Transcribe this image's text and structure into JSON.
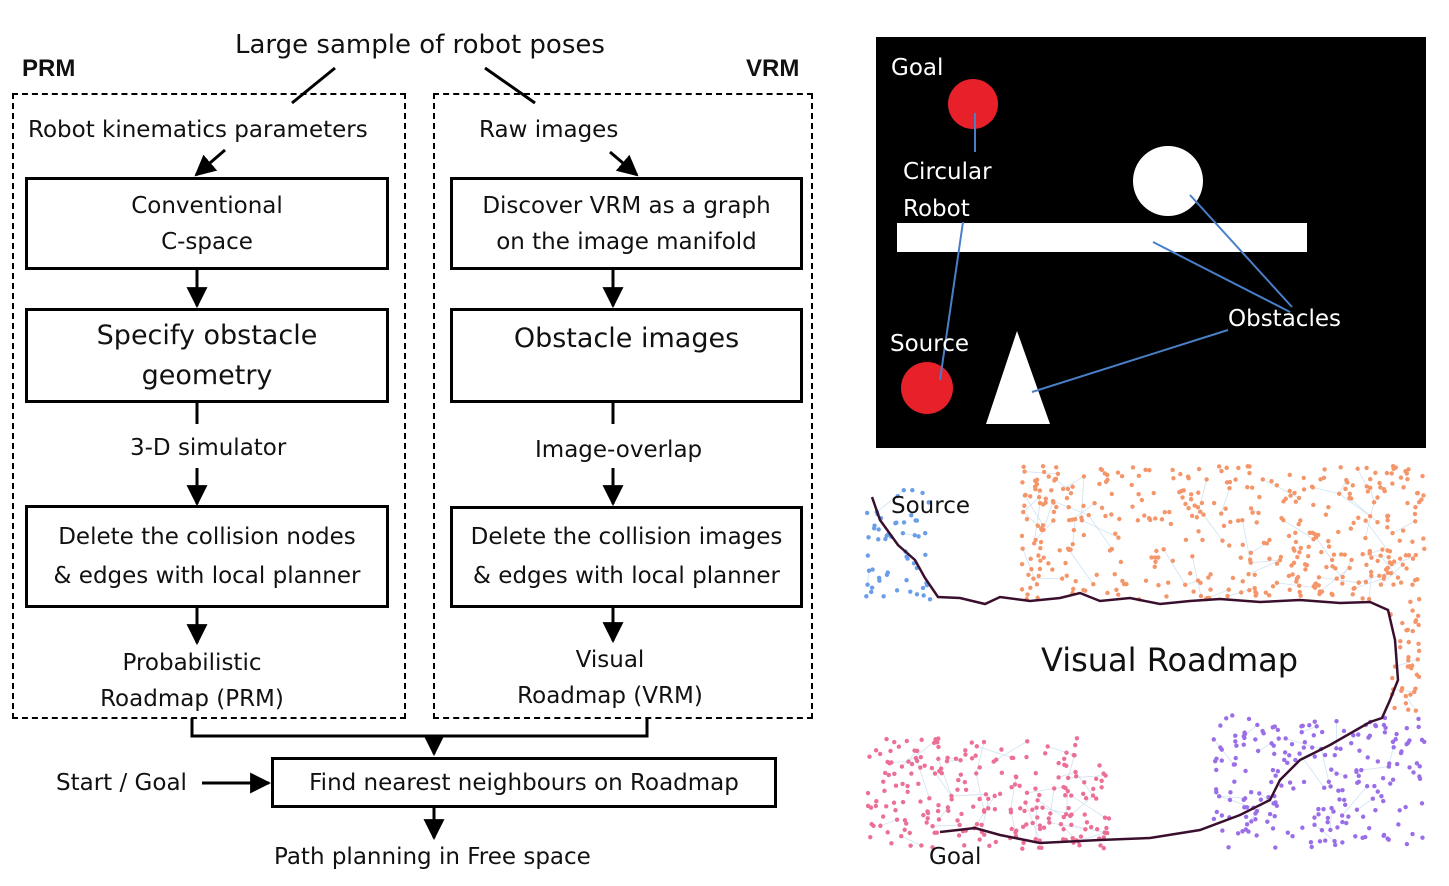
{
  "flowchart": {
    "top_label": "Large sample of robot poses",
    "prm_label": "PRM",
    "vrm_label": "VRM",
    "prm": {
      "input": "Robot kinematics parameters",
      "box1": [
        "Conventional",
        "C-space"
      ],
      "box2": [
        "Specify obstacle",
        "geometry"
      ],
      "mid": "3-D simulator",
      "box3": [
        "Delete the collision nodes",
        "& edges with local planner"
      ],
      "output": [
        "Probabilistic",
        "Roadmap (PRM)"
      ]
    },
    "vrm": {
      "input": "Raw images",
      "box1": [
        "Discover VRM as a graph",
        "on the image manifold"
      ],
      "box2": [
        "Obstacle images"
      ],
      "mid": "Image-overlap",
      "box3": [
        "Delete the collision images",
        "& edges with local planner"
      ],
      "output": [
        "Visual",
        "Roadmap (VRM)"
      ]
    },
    "start_goal": "Start / Goal",
    "nearest_box": "Find nearest neighbours on Roadmap",
    "bottom_label": "Path planning in Free space"
  },
  "scene": {
    "goal": "Goal",
    "circular_robot": [
      "Circular",
      "Robot"
    ],
    "source": "Source",
    "obstacles": "Obstacles",
    "background_color": "#000000",
    "robot_color": "#e8202a",
    "leader_color": "#4a7fc8"
  },
  "roadmap": {
    "title": "Visual Roadmap",
    "source": "Source",
    "goal": "Goal",
    "cluster_colors": {
      "orange": "#f4956a",
      "blue": "#6b9ee8",
      "pink": "#ec6f96",
      "purple": "#9a6ee8",
      "edges": "#cfe2f3",
      "path": "#3a0f2e"
    }
  }
}
